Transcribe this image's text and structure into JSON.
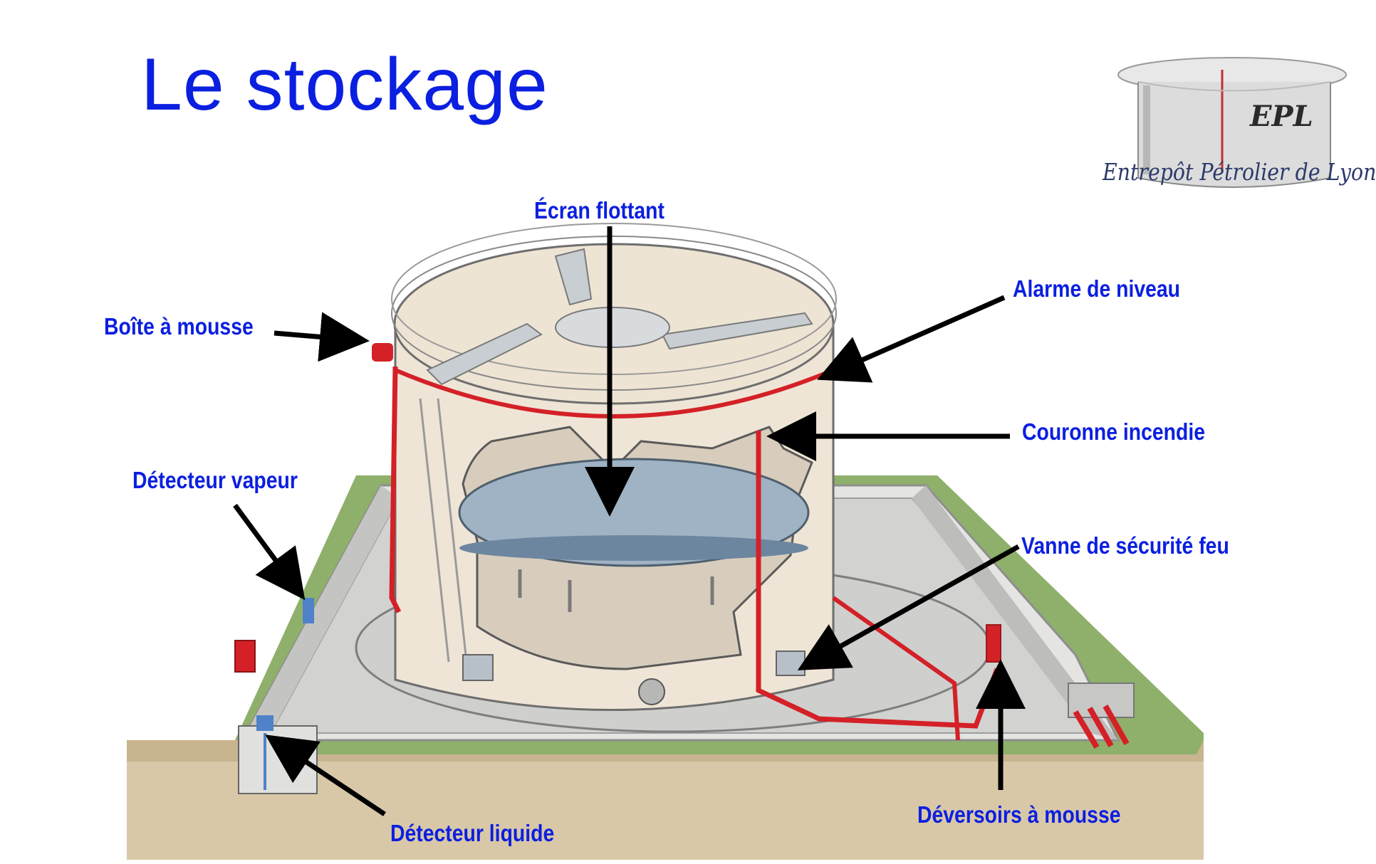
{
  "title": "Le stockage",
  "logo": {
    "initials": "EPL",
    "name": "Entrepôt Pétrolier de Lyon"
  },
  "labels": {
    "ecran_flottant": "Écran flottant",
    "alarme_niveau": "Alarme de niveau",
    "boite_mousse": "Boîte à mousse",
    "couronne_incendie": "Couronne incendie",
    "detecteur_vapeur": "Détecteur vapeur",
    "vanne_securite": "Vanne de sécurité feu",
    "detecteur_liquide": "Détecteur liquide",
    "deversoirs_mousse": "Déversoirs à mousse"
  },
  "colors": {
    "label_blue": "#0b1fe0",
    "pipe_red": "#d42027",
    "arrow_black": "#000000",
    "tank_shell": "#efe5d6",
    "floating_roof": "#9fb3c4",
    "ground_green": "#8fb06b",
    "soil": "#d9c8a8",
    "concrete": "#d8d8d6"
  }
}
